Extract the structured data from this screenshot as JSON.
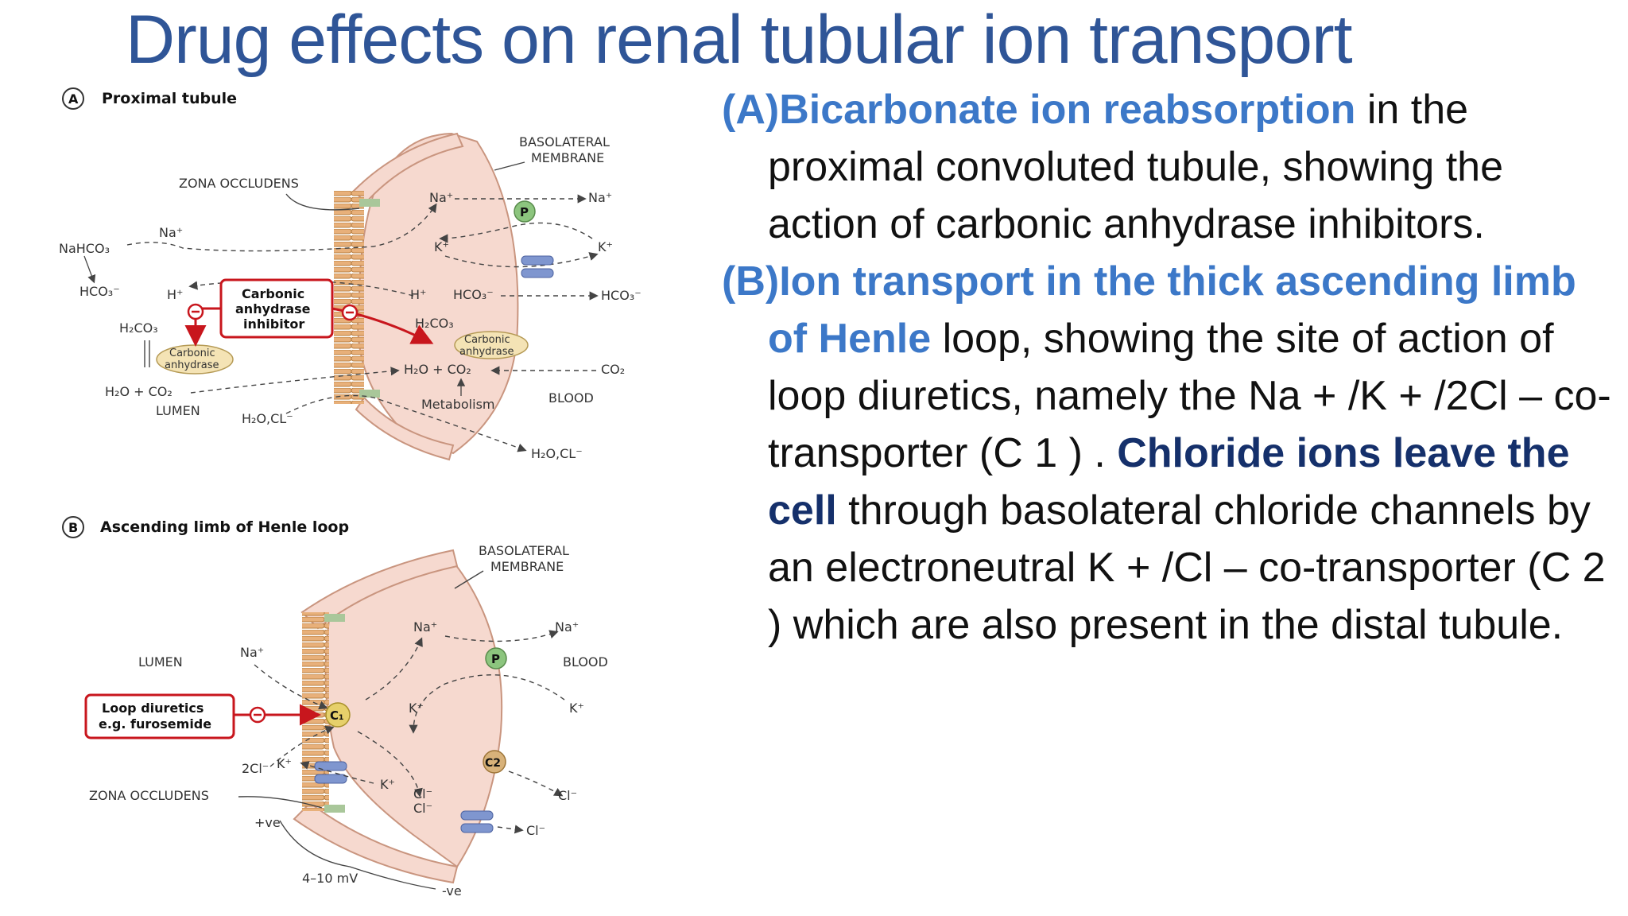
{
  "title": "Drug effects on renal tubular ion transport",
  "panel_a": {
    "letter": "A",
    "heading": "Proximal tubule",
    "basolateral_1": "BASOLATERAL",
    "basolateral_2": "MEMBRANE",
    "zona_occludens": "ZONA OCCLUDENS",
    "nahco3": "NaHCO₃",
    "na_lumen": "Na⁺",
    "hco3_lumen": "HCO₃⁻",
    "h_lumen": "H⁺",
    "h2co3_lumen": "H₂CO₃",
    "ca_lumen_1": "Carbonic",
    "ca_lumen_2": "anhydrase",
    "inhibitor_1": "Carbonic",
    "inhibitor_2": "anhydrase",
    "inhibitor_3": "inhibitor",
    "h2o_co2_lumen": "H₂O + CO₂",
    "lumen": "LUMEN",
    "h2o_cl_para": "H₂O,CL⁻",
    "na_cell": "Na⁺",
    "na_blood": "Na⁺",
    "pump": "P",
    "k_cell": "K⁺",
    "k_blood": "K⁺",
    "h_cell": "H⁺",
    "hco3_cell": "HCO₃⁻",
    "hco3_blood": "HCO₃⁻",
    "h2co3_cell": "H₂CO₃",
    "ca_cell_1": "Carbonic",
    "ca_cell_2": "anhydrase",
    "h2o_co2_cell": "H₂O + CO₂",
    "co2_blood": "CO₂",
    "metabolism": "Metabolism",
    "blood": "BLOOD",
    "h2o_cl_blood": "H₂O,CL⁻"
  },
  "panel_b": {
    "letter": "B",
    "heading": "Ascending limb of Henle loop",
    "basolateral_1": "BASOLATERAL",
    "basolateral_2": "MEMBRANE",
    "lumen": "LUMEN",
    "blood": "BLOOD",
    "na_lumen": "Na⁺",
    "na_cell": "Na⁺",
    "na_blood": "Na⁺",
    "pump": "P",
    "loop_1": "Loop diuretics",
    "loop_2": "e.g. furosemide",
    "c1": "C₁",
    "c2": "C2",
    "k_cell": "K⁺",
    "k_blood": "K⁺",
    "cl2_lumen": "2Cl⁻",
    "k_lumen": "K⁺",
    "k_recycle": "K⁺",
    "cl_cell_1": "Cl⁻",
    "cl_cell_2": "Cl⁻",
    "cl_blood_1": "Cl⁻",
    "cl_blood_2": "Cl⁻",
    "zona_occludens": "ZONA OCCLUDENS",
    "plus_ve": "+ve",
    "voltage": "4–10 mV",
    "minus_ve": "-ve"
  },
  "text": {
    "a_label": "(A)",
    "a_highlight": "Bicarbonate ion reabsorption",
    "a_rest": " in the proximal convoluted tubule, showing the action of carbonic anhydrase inhibitors.",
    "b_label": "(B)",
    "b_highlight": "Ion transport in the thick ascending limb of Henle",
    "b_rest": " loop, showing the site of action of loop diuretics, namely the Na + /K + /2Cl – co-transporter (C 1 ) . ",
    "b_dark": "Chloride ions leave the cell",
    "b_rest2": " through basolateral chloride channels by an electroneutral K + /Cl – co-transporter (C 2 ) which are also present in the distal tubule."
  },
  "colors": {
    "title": "#2f5597",
    "highlight": "#3c78c8",
    "dark_highlight": "#15306b",
    "cell_fill": "#f6d9cf",
    "drug_red": "#c8161d",
    "enzyme_fill": "#f4e3b5",
    "pump_green": "#8cc57e",
    "channel_blue": "#7f96cf",
    "c2_fill": "#d8b27a"
  },
  "icons": [
    "pump-icon",
    "channel-icon",
    "inhibitor-symbol-icon",
    "brush-border-icon"
  ]
}
